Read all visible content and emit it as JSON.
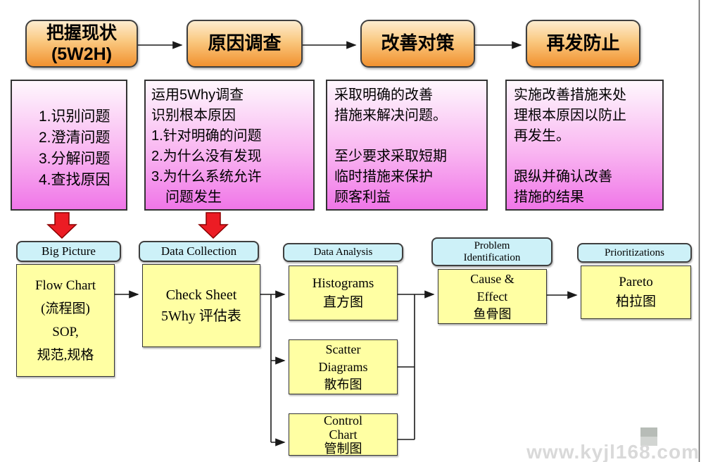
{
  "process_stages": [
    {
      "label": "把握现状\n(5W2H)"
    },
    {
      "label": "原因调查"
    },
    {
      "label": "改善对策"
    },
    {
      "label": "再发防止"
    }
  ],
  "stage_details": [
    {
      "text": "1.识别问题\n2.澄清问题\n3.分解问题\n4.查找原因"
    },
    {
      "text": "运用5Why调查\n识别根本原因\n1.针对明确的问题\n2.为什么没有发现\n3.为什么系统允许\n　问题发生"
    },
    {
      "text": "采取明确的改善\n措施来解决问题。\n\n至少要求采取短期\n临时措施来保护\n顾客利益"
    },
    {
      "text": "实施改善措施来处\n理根本原因以防止\n再发生。\n\n跟纵并确认改善\n措施的结果"
    }
  ],
  "tool_categories": [
    {
      "label": "Big Picture"
    },
    {
      "label": "Data Collection"
    },
    {
      "label": "Data Analysis"
    },
    {
      "label": "Problem\nIdentification"
    },
    {
      "label": "Prioritizations"
    }
  ],
  "tools": [
    {
      "label": "Flow Chart\n(流程图)\nSOP,\n规范,规格"
    },
    {
      "label": "Check Sheet\n5Why 评估表"
    },
    {
      "label": "Histograms\n直方图"
    },
    {
      "label": "Scatter\nDiagrams\n散布图"
    },
    {
      "label": "Control\nChart\n管制图"
    },
    {
      "label": "Cause &\nEffect\n鱼骨图"
    },
    {
      "label": "Pareto\n柏拉图"
    }
  ],
  "watermark": {
    "text": "www.kyjl168.com"
  },
  "colors": {
    "stage_gradient_top": "#fdeccf",
    "stage_gradient_bottom": "#f1912f",
    "detail_gradient_top": "#fef7fd",
    "detail_gradient_bottom": "#f076e8",
    "category_fill": "#cdf1f8",
    "tool_fill": "#ffffa3",
    "arrow_red": "#ec1c24",
    "connector": "#1a1a1a"
  }
}
